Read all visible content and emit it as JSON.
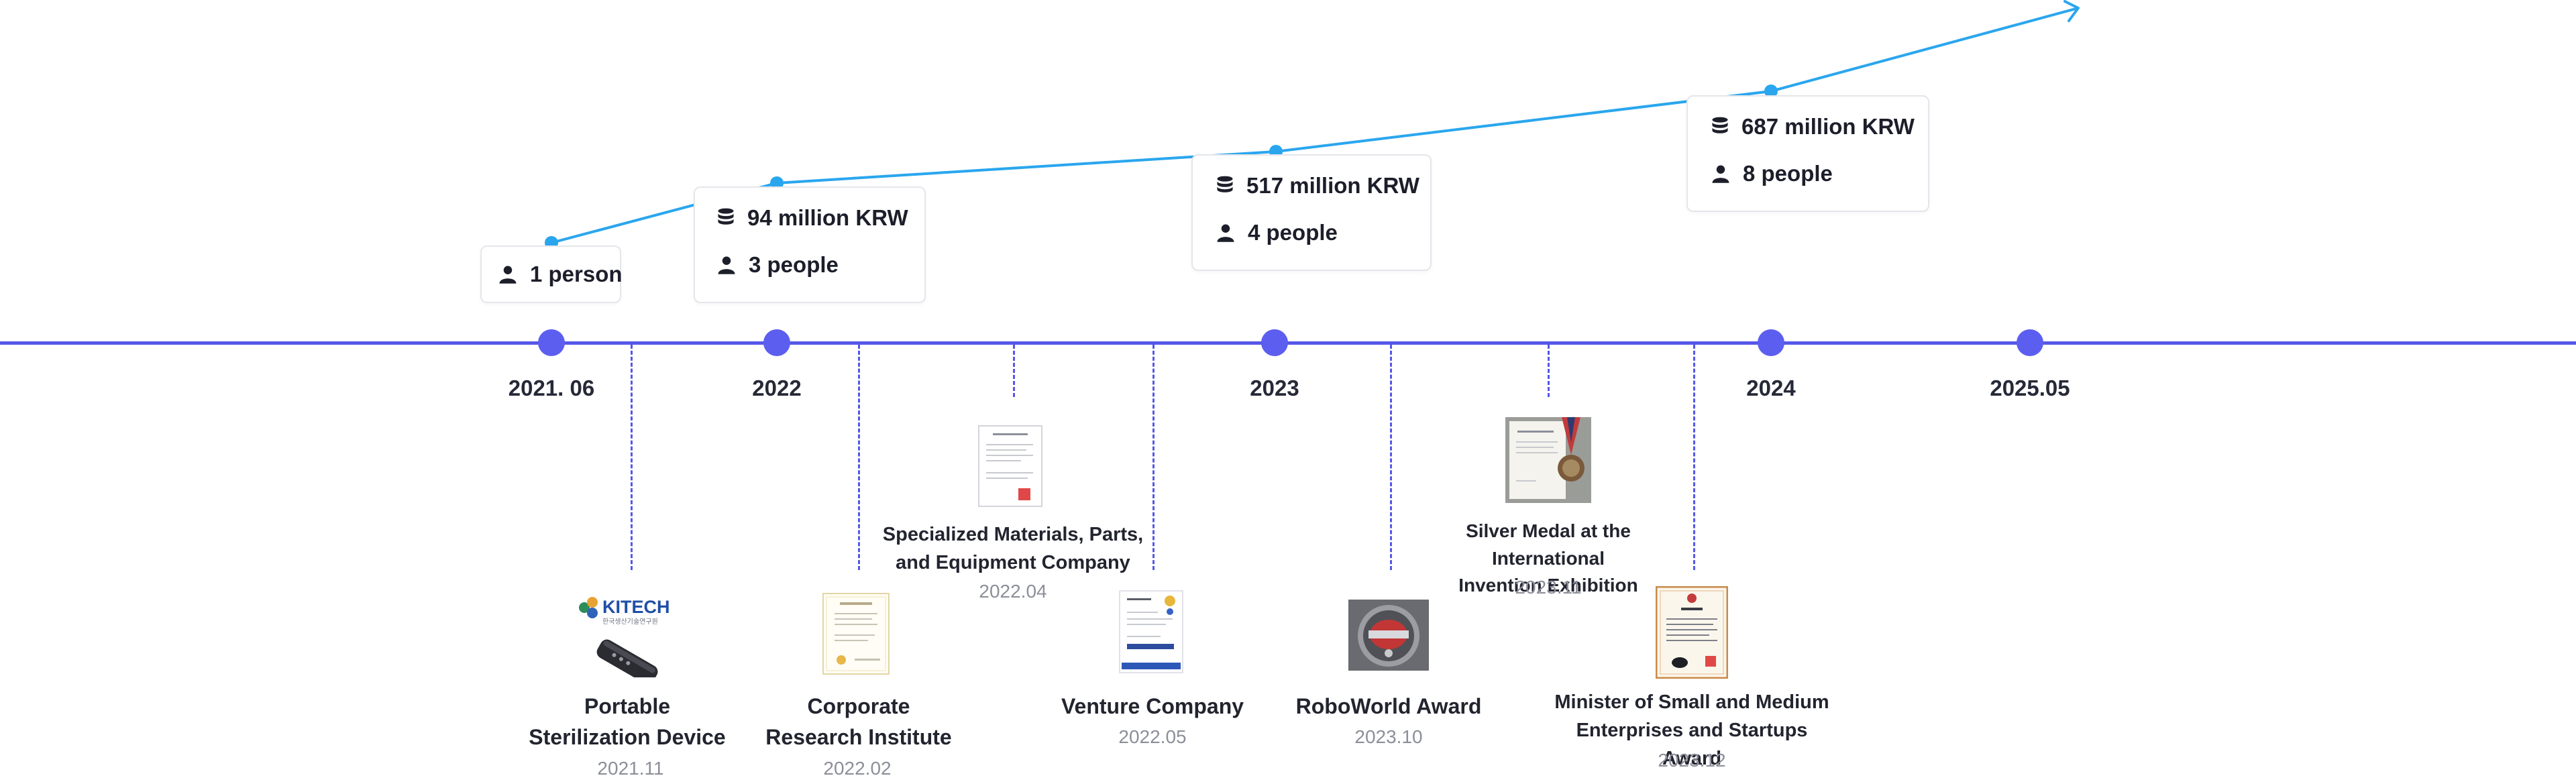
{
  "milestones": [
    {
      "label": "2021. 06"
    },
    {
      "label": "2022"
    },
    {
      "label": "2023"
    },
    {
      "label": "2024"
    },
    {
      "label": "2025.05"
    }
  ],
  "stats": [
    {
      "people": "1 person"
    },
    {
      "revenue": "94 million KRW",
      "people": "3 people"
    },
    {
      "revenue": "517 million KRW",
      "people": "4 people"
    },
    {
      "revenue": "687 million KRW",
      "people": "8 people"
    }
  ],
  "events": {
    "portable": {
      "title_line1": "Portable",
      "title_line2": "Sterilization Device",
      "date": "2021.11",
      "logo_text": "KITECH",
      "logo_sub": "한국생산기술연구원"
    },
    "research": {
      "title_line1": "Corporate",
      "title_line2": "Research Institute",
      "date": "2022.02"
    },
    "specialized": {
      "title_line1": "Specialized Materials, Parts,",
      "title_line2": "and Equipment Company",
      "date": "2022.04"
    },
    "venture": {
      "title_line1": "Venture Company",
      "date": "2022.05"
    },
    "roboworld": {
      "title_line1": "RoboWorld Award",
      "date": "2023.10"
    },
    "silver": {
      "title_line1": "Silver Medal at the International",
      "title_line2": "Invention Exhibition",
      "date": "2023.11"
    },
    "minister": {
      "title_line1": "Minister of Small and Medium",
      "title_line2": "Enterprises and Startups Award",
      "date": "2023.12"
    }
  },
  "colors": {
    "timeline": "#5557e8",
    "growth_line": "#2aa6ee",
    "milestone_dot": "#5c5ef0"
  },
  "icons": [
    "database-icon",
    "person-icon",
    "arrow-up-right-icon"
  ]
}
